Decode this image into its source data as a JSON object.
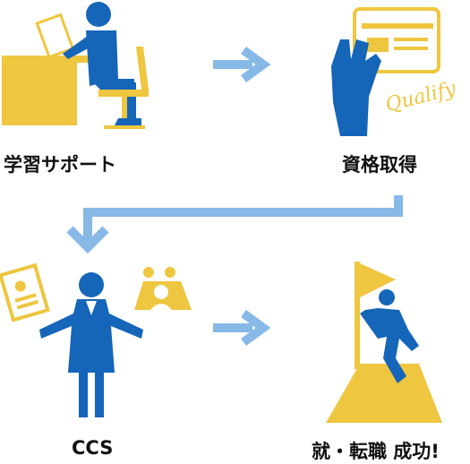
{
  "flow": {
    "steps": [
      {
        "label": "学習サポート",
        "icon": "study-desk-icon"
      },
      {
        "label": "資格取得",
        "icon": "certificate-hand-icon",
        "badge_text": "Qualify"
      },
      {
        "label": "CCS",
        "icon": "consultant-woman-icon"
      },
      {
        "label": "就・転職 成功!",
        "icon": "summit-flag-icon"
      }
    ],
    "arrows": [
      "right-arrow-icon",
      "down-return-arrow-icon",
      "right-arrow-icon"
    ]
  },
  "colors": {
    "blue": "#1565b8",
    "yellow": "#eec63f",
    "arrow": "#86b9e6",
    "text": "#111111"
  }
}
